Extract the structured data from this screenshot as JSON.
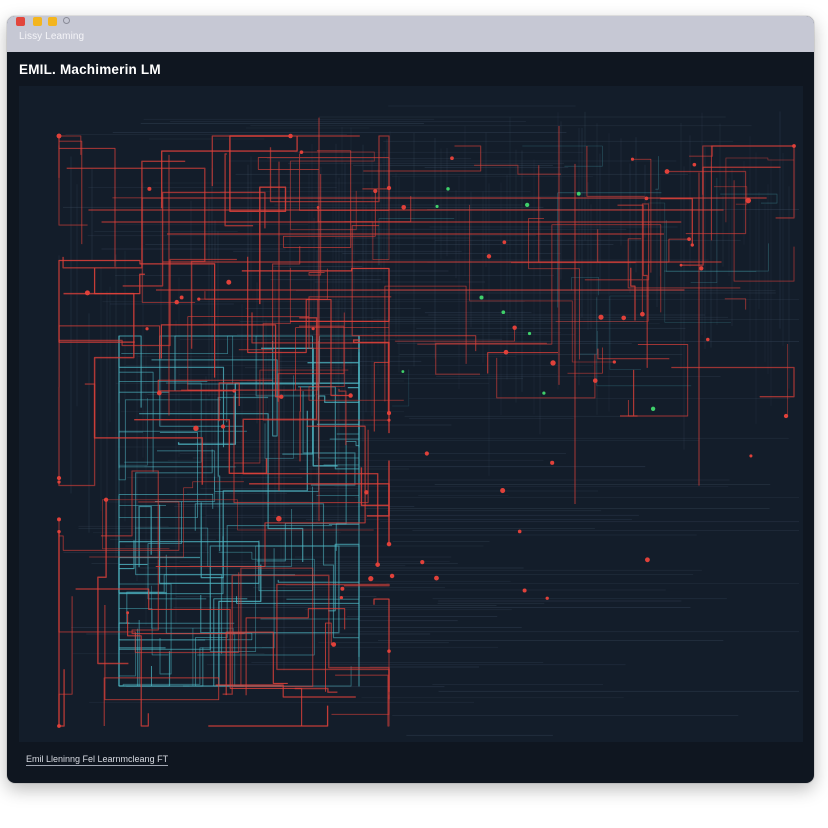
{
  "window": {
    "title": "Lissy Leaming",
    "controls": {
      "close": "window-close-icon",
      "minimize": "window-minimize-icon",
      "maximize": "window-maximize-icon"
    }
  },
  "app": {
    "heading": "EMIL. Machimerin LM"
  },
  "visualization": {
    "kind": "circuit-wiring-diagram",
    "colors": {
      "background": "#131d2a",
      "primary_trace": "#e0413a",
      "secondary_trace": "#4fb9c6",
      "grid_trace": "#4a5c72",
      "accent_node": "#3fd06a"
    }
  },
  "footer": {
    "caption": "Emil Lleninng Fel Learnmcleang FT"
  }
}
